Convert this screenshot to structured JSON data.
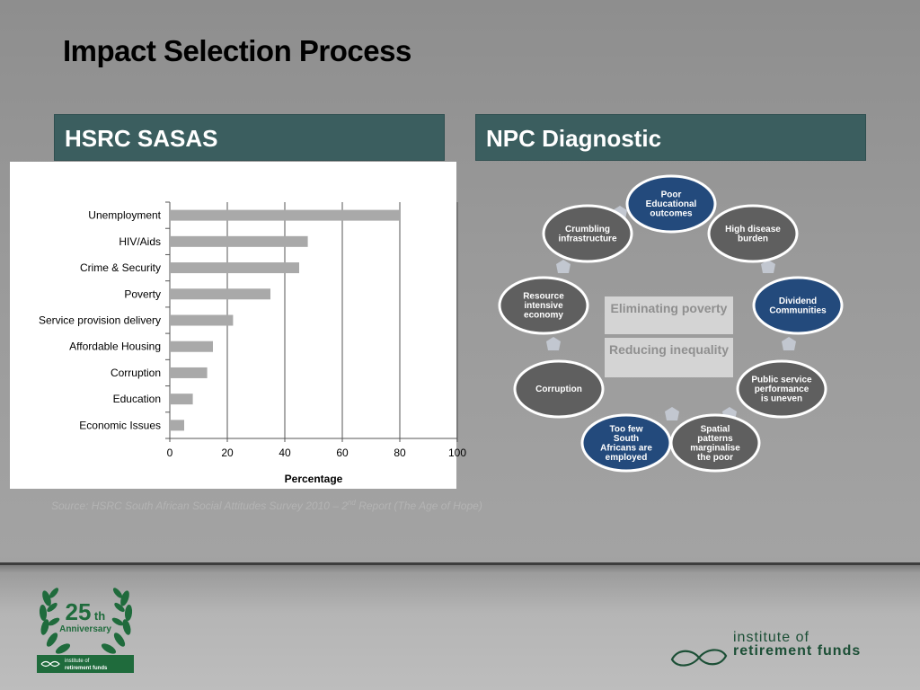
{
  "slide": {
    "title": "Impact Selection Process"
  },
  "left_panel": {
    "header": "HSRC SASAS",
    "source_prefix": "Source: HSRC South African Social Attitudes Survey 2010 – 2",
    "source_sup": "nd",
    "source_suffix": " Report (The Age of Hope)"
  },
  "right_panel": {
    "header": "NPC Diagnostic",
    "center_primary": "Eliminating poverty",
    "center_secondary": "Reducing inequality",
    "nodes": [
      {
        "label": "Poor Educational outcomes",
        "lines": [
          "Poor",
          "Educational",
          "outcomes"
        ],
        "style": "dark"
      },
      {
        "label": "High disease burden",
        "lines": [
          "High disease",
          "burden"
        ],
        "style": "light"
      },
      {
        "label": "Dividend Communities",
        "lines": [
          "Dividend",
          "Communities"
        ],
        "style": "dark"
      },
      {
        "label": "Public service performance is uneven",
        "lines": [
          "Public service",
          "performance",
          "is uneven"
        ],
        "style": "light"
      },
      {
        "label": "Spatial patterns marginalise the poor",
        "lines": [
          "Spatial",
          "patterns",
          "marginalise",
          "the poor"
        ],
        "style": "light"
      },
      {
        "label": "Too few South Africans are employed",
        "lines": [
          "Too few",
          "South",
          "Africans are",
          "employed"
        ],
        "style": "dark"
      },
      {
        "label": "Corruption",
        "lines": [
          "Corruption"
        ],
        "style": "light"
      },
      {
        "label": "Resource intensive economy",
        "lines": [
          "Resource",
          "intensive",
          "economy"
        ],
        "style": "light"
      },
      {
        "label": "Crumbling infrastructure",
        "lines": [
          "Crumbling",
          "infrastructure"
        ],
        "style": "light"
      }
    ],
    "colors": {
      "dark_fill": "#234a7c",
      "light_fill": "#5f5f5f",
      "arrow": "#c2c7d0"
    }
  },
  "chart_data": {
    "type": "bar",
    "orientation": "horizontal",
    "categories": [
      "Unemployment",
      "HIV/Aids",
      "Crime & Security",
      "Poverty",
      "Service provision delivery",
      "Affordable Housing",
      "Corruption",
      "Education",
      "Economic Issues"
    ],
    "values": [
      80,
      48,
      45,
      35,
      22,
      15,
      13,
      8,
      5
    ],
    "xlabel": "Percentage",
    "ylabel": "",
    "xlim": [
      0,
      100
    ],
    "xticks": [
      "0",
      "20",
      "40",
      "60",
      "80",
      "100"
    ],
    "grid": true,
    "bar_color": "#a9a9a9"
  },
  "footer": {
    "anniv_number": "25",
    "anniv_suffix": "th",
    "anniv_word": "Anniversary",
    "anniv_org_line1": "institute of",
    "anniv_org_line2": "retirement funds",
    "irf_line1": "institute of",
    "irf_line2": "retirement funds",
    "brand_color": "#1f6b3c"
  }
}
